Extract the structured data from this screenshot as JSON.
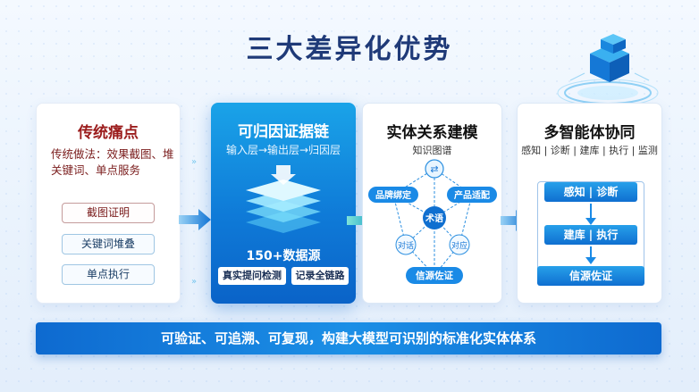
{
  "title": "三大差异化优势",
  "col1": {
    "title": "传统痛点",
    "description": "传统做法：效果截图、堆关键词、单点服务",
    "items": [
      "截图证明",
      "关键词堆叠",
      "单点执行"
    ]
  },
  "col2": {
    "title": "可归因证据链",
    "subtitle": "输入层→输出层→归因层",
    "stat": "150+数据源",
    "tags": [
      "真实提问检测",
      "记录全链路"
    ]
  },
  "col3": {
    "title": "实体关系建模",
    "subtitle": "知识图谱",
    "nodes": {
      "brand": "品牌绑定",
      "product": "产品适配",
      "term": "术语",
      "dialog": "对话",
      "response": "对应",
      "source": "信源佐证"
    }
  },
  "col4": {
    "title": "多智能体协同",
    "subtitle": "感知 | 诊断 | 建库 | 执行 | 监测",
    "steps": [
      "感知 | 诊断",
      "建库 | 执行",
      "信源佐证"
    ]
  },
  "footer": "可验证、可追溯、可复现，构建大模型可识别的标准化实体体系",
  "colors": {
    "title": "#1f3a78",
    "pain": "#9b1c1c",
    "primary": "#0f7bd8",
    "bar": "#0e6ad0"
  },
  "icons": [
    "server-stack-icon",
    "layer-stack-icon",
    "link-node-icon",
    "arrow-right-icon"
  ]
}
